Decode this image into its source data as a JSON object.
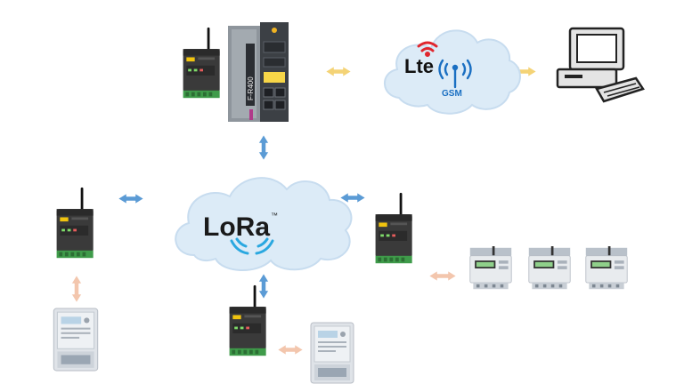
{
  "diagram": {
    "clouds": {
      "lora": {
        "logo_text": "LoRa",
        "mark": "™"
      },
      "cellular": {
        "lte_text": "Lte",
        "gsm_text": "GSM"
      }
    },
    "router": {
      "model_label": "F-R400"
    },
    "icons": {
      "wifi": "wifi-icon",
      "antenna": "antenna-icon",
      "computer": "desktop-computer-icon",
      "arrow": "double-arrow-icon"
    },
    "colors": {
      "cloud_fill": "#dcebf7",
      "cloud_stroke": "#c7dcef",
      "arrow_blue": "#5b9bd5",
      "arrow_yellow": "#f4d376",
      "arrow_peach": "#f3c6ad",
      "modem_body": "#3a3a3a",
      "terminal_green": "#3f9b4a",
      "lte_red": "#e0262d",
      "gsm_blue": "#1a6fc2"
    }
  }
}
